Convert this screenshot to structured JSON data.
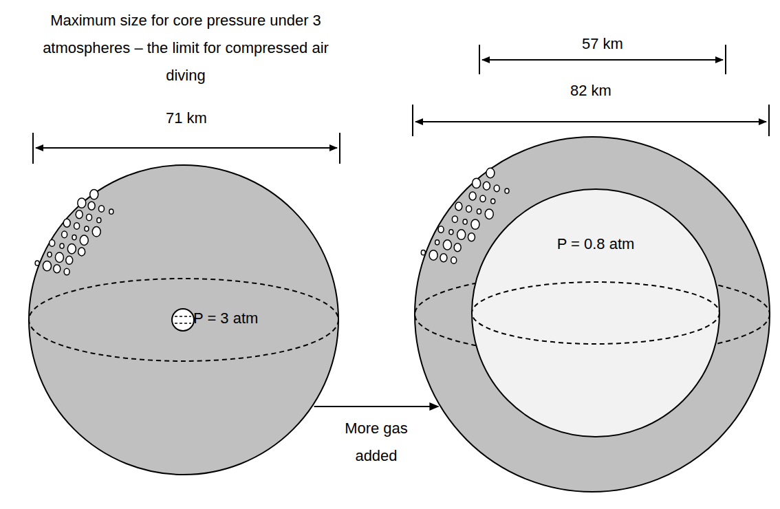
{
  "diagram": {
    "nodes": [
      {
        "text": [
          "P = 3 atm"
        ]
      },
      {
        "text": []
      },
      {
        "text": [
          "P = 0.8 atm"
        ],
        "in": 1
      }
    ],
    "edges": [
      {
        "from": 0,
        "to": 1,
        "arrow": "to",
        "label": "More gas added"
      }
    ],
    "labels": [
      "Maximum size for core pressure under 3 atmospheres – the limit for compressed air diving",
      "71 km",
      "57 km",
      "82 km"
    ]
  }
}
